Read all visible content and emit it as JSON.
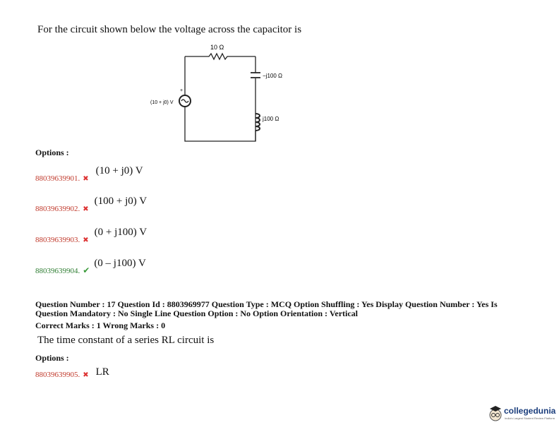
{
  "question16": {
    "text": "For the circuit shown below the voltage across the capacitor is",
    "circuit": {
      "resistor": "10 Ω",
      "capacitor": "−j100 Ω",
      "inductor": "j100 Ω",
      "source": "(10 + j0) V",
      "polarity": "+"
    },
    "options_label": "Options :",
    "options": [
      {
        "id": "88039639901.",
        "text": "(10 + j0) V",
        "correct": false
      },
      {
        "id": "88039639902.",
        "text": "(100 + j0) V",
        "correct": false
      },
      {
        "id": "88039639903.",
        "text": "(0 + j100) V",
        "correct": false
      },
      {
        "id": "88039639904.",
        "text": "(0 – j100) V",
        "correct": true
      }
    ]
  },
  "question17": {
    "meta_line1": "Question Number : 17 Question Id : 8803969977 Question Type : MCQ Option Shuffling : Yes Display Question Number : Yes Is",
    "meta_line2": "Question Mandatory : No Single Line Question Option : No Option Orientation : Vertical",
    "marks": "Correct Marks : 1 Wrong Marks : 0",
    "text": "The time constant of a series RL circuit is",
    "options_label": "Options :",
    "options": [
      {
        "id": "88039639905.",
        "text": "LR",
        "correct": false
      }
    ]
  },
  "icons": {
    "wrong": "✖",
    "right": "✔"
  },
  "logo": {
    "name": "collegedunia",
    "tagline": "India's Largest Student Review Platform"
  }
}
